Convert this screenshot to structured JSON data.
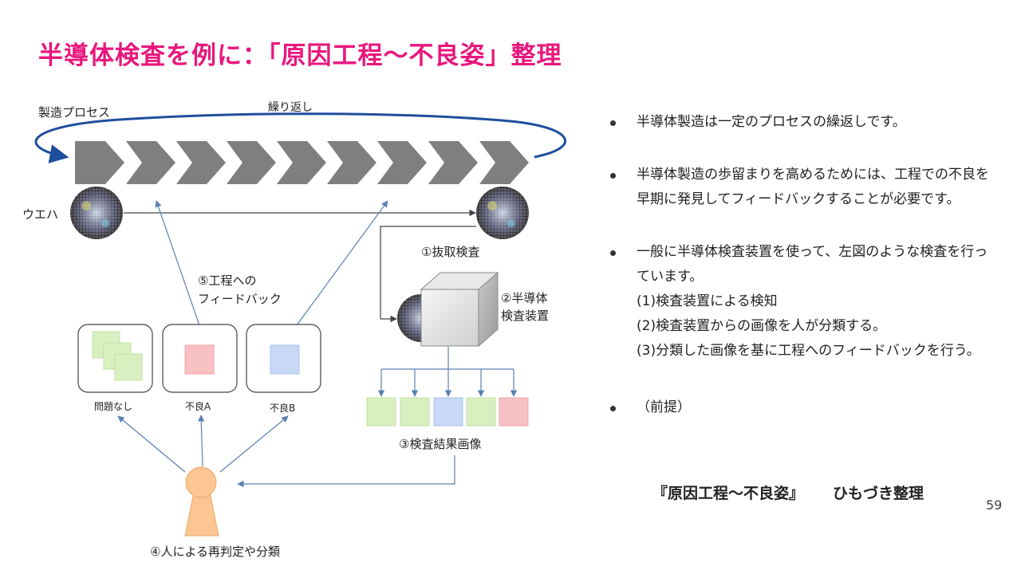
{
  "page": {
    "title": "半導体検査を例に：「原因工程～不良姿」整理",
    "page_number": "59"
  },
  "diagram": {
    "process_label": "製造プロセス",
    "repeat_label": "繰り返し",
    "wafer_label": "ウエハ",
    "step1_label": "①抜取検査",
    "step2_label_line1": "②半導体",
    "step2_label_line2": "検査装置",
    "step3_label": "③検査結果画像",
    "step4_label": "④人による再判定や分類",
    "step5_label_line1": "⑤工程への",
    "step5_label_line2": "フィードバック",
    "categories": [
      {
        "label": "問題なし"
      },
      {
        "label": "不良A"
      },
      {
        "label": "不良B"
      }
    ],
    "colors": {
      "title": "#e8177d",
      "chevron": "#7f7f7f",
      "loop": "#1f4e9c",
      "arrow": "#5b80b2",
      "ok": "#d8f0c0",
      "defect_a": "#f7c1c3",
      "defect_b": "#c7d9f6",
      "person": "#fbc693"
    }
  },
  "bullets": [
    {
      "text": "半導体製造は一定のプロセスの繰返しです。"
    },
    {
      "text": "半導体製造の歩留まりを高めるためには、工程での不良を早期に発見してフィードバックすることが必要です。"
    },
    {
      "text": "一般に半導体検査装置を使って、左図のような検査を行っています。",
      "items": [
        "(1)検査装置による検知",
        "(2)検査装置からの画像を人が分類する。",
        "(3)分類した画像を基に工程へのフィードバックを行う。"
      ]
    },
    {
      "text": "（前提）"
    }
  ],
  "premise": {
    "part1": "『原因工程～不良姿』",
    "part2": "ひもづき整理"
  }
}
